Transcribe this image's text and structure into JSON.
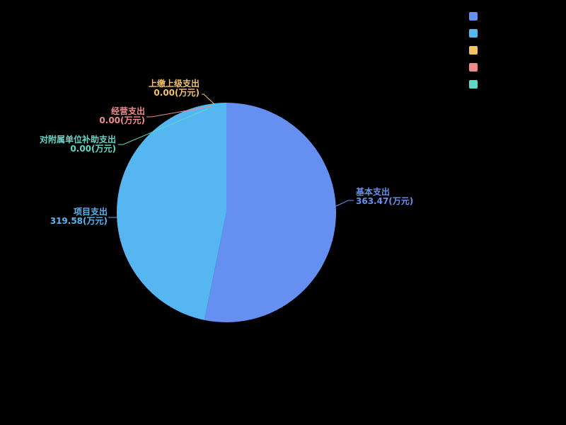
{
  "chart_data": {
    "type": "pie",
    "background": "#000000",
    "unit": "万元",
    "legend_position": "top-right",
    "series": [
      {
        "name": "基本支出",
        "value": 363.47,
        "value_label": "363.47(万元)",
        "color": "#6590f2"
      },
      {
        "name": "项目支出",
        "value": 319.58,
        "value_label": "319.58(万元)",
        "color": "#55b6f2"
      },
      {
        "name": "上缴上级支出",
        "value": 0,
        "value_label": "0.00(万元)",
        "color": "#f5c365"
      },
      {
        "name": "经营支出",
        "value": 0,
        "value_label": "0.00(万元)",
        "color": "#ef8b8b"
      },
      {
        "name": "对附属单位补助支出",
        "value": 0,
        "value_label": "0.00(万元)",
        "color": "#5fd8c5"
      }
    ]
  }
}
